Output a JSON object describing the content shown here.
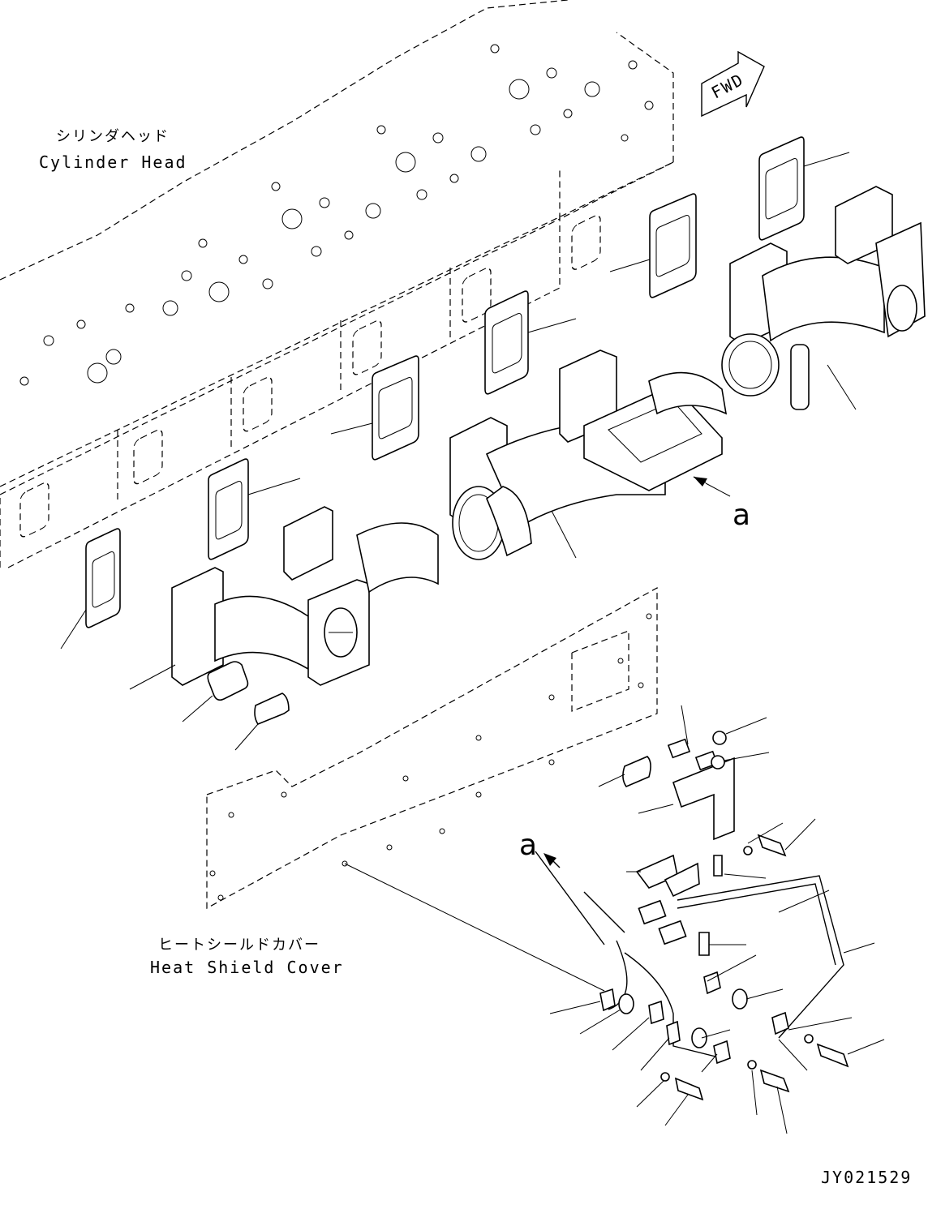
{
  "labels": {
    "cylinder_head_jp": "シリンダヘッド",
    "cylinder_head_en": "Cylinder Head",
    "heat_shield_jp": "ヒートシールドカバー",
    "heat_shield_en": "Heat Shield Cover",
    "fwd": "FWD",
    "ref_a_upper": "a",
    "ref_a_lower": "a",
    "drawing_number": "JY021529"
  },
  "colors": {
    "line": "#000000",
    "background": "#ffffff"
  }
}
